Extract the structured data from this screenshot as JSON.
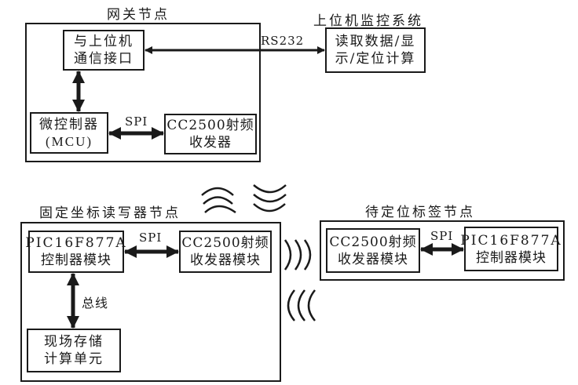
{
  "gateway": {
    "title": "网关节点",
    "pc_interface": {
      "line1": "与上位机",
      "line2": "通信接口"
    },
    "mcu": {
      "line1": "微控制器",
      "line2": "(MCU)"
    },
    "rf": {
      "line1": "CC2500射频",
      "line2": "收发器"
    },
    "spi_label": "SPI"
  },
  "host": {
    "title": "上位机监控系统",
    "box": {
      "line1": "读取数据/显",
      "line2": "示/定位计算"
    }
  },
  "link": {
    "rs232_label": "RS232"
  },
  "reader": {
    "title": "固定坐标读写器节点",
    "controller": {
      "line1": "PIC16F877A",
      "line2": "控制器模块"
    },
    "rf": {
      "line1": "CC2500射频",
      "line2": "收发器模块"
    },
    "storage": {
      "line1": "现场存储",
      "line2": "计算单元"
    },
    "spi_label": "SPI",
    "bus_label": "总线"
  },
  "tag": {
    "title": "待定位标签节点",
    "rf": {
      "line1": "CC2500射频",
      "line2": "收发器模块"
    },
    "controller": {
      "line1": "PIC16F877A",
      "line2": "控制器模块"
    },
    "spi_label": "SPI"
  },
  "icons": {
    "wave_up": "radio-wave-up",
    "wave_down": "radio-wave-down",
    "wave_right": "radio-wave-right",
    "wave_left": "radio-wave-left"
  }
}
